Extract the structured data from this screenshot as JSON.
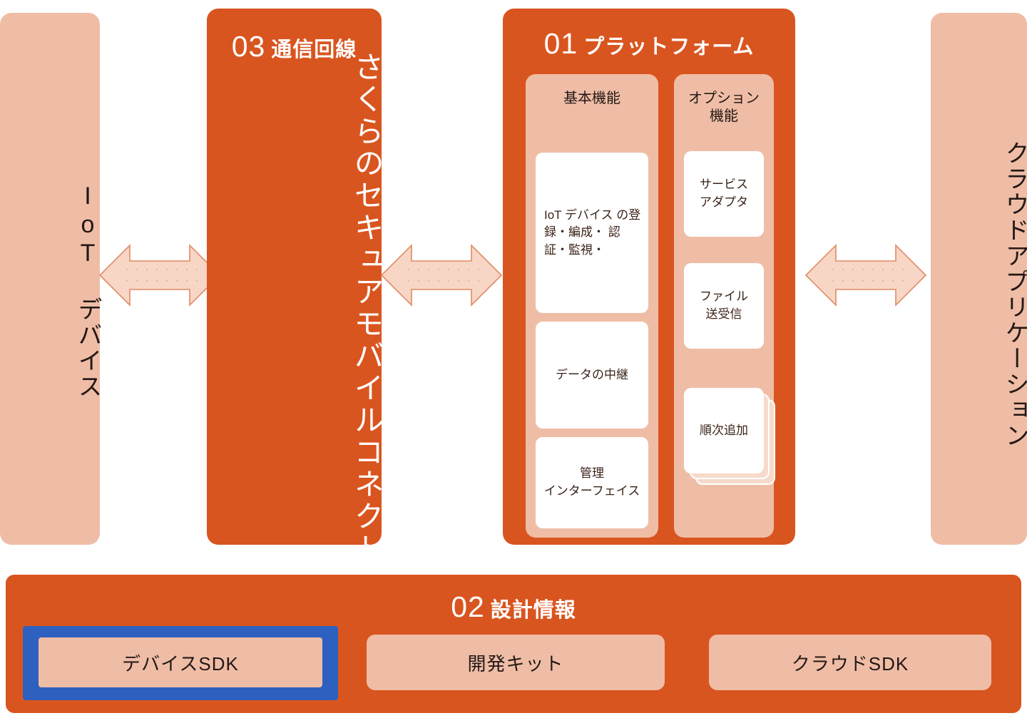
{
  "diagram": {
    "colors": {
      "orange": "#D9551F",
      "pink": "#EFBDA6",
      "white": "#FFFFFF",
      "text_dark": "#231815",
      "selection_blue": "#2E60C0",
      "ghost_card": "#F6DACB",
      "arrow_fill": "#F7D6C6",
      "arrow_stroke": "#E08A63"
    },
    "columns": {
      "iot_device": {
        "label": "IoT デバイス"
      },
      "network": {
        "number": "03",
        "title": "通信回線",
        "body_label": "さくらのセキュアモバイルコネクト"
      },
      "platform": {
        "number": "01",
        "title": "プラットフォーム",
        "panels": [
          {
            "title": "基本機能",
            "cards": [
              {
                "label": "IoT デバイス の登録・編成・ 認証・監視・",
                "align": "left"
              },
              {
                "label": "データの中継",
                "align": "center"
              },
              {
                "label": "管理\nインターフェイス",
                "align": "center"
              }
            ]
          },
          {
            "title": "オプション\n機能",
            "cards": [
              {
                "label": "サービス\nアダプタ",
                "align": "center",
                "stacked": false
              },
              {
                "label": "ファイル\n送受信",
                "align": "center",
                "stacked": false
              },
              {
                "label": "順次追加",
                "align": "center",
                "stacked": true
              }
            ]
          }
        ]
      },
      "cloud_application": {
        "label": "クラウドアプリケーション"
      }
    },
    "arrows": [
      {
        "name": "arrow-device-network",
        "direction": "bidirectional"
      },
      {
        "name": "arrow-network-platform",
        "direction": "bidirectional"
      },
      {
        "name": "arrow-platform-cloud",
        "direction": "bidirectional"
      }
    ],
    "bottom": {
      "number": "02",
      "title": "設計情報",
      "cards": [
        {
          "label": "デバイスSDK",
          "selected": true
        },
        {
          "label": "開発キット",
          "selected": false
        },
        {
          "label": "クラウドSDK",
          "selected": false
        }
      ]
    }
  }
}
